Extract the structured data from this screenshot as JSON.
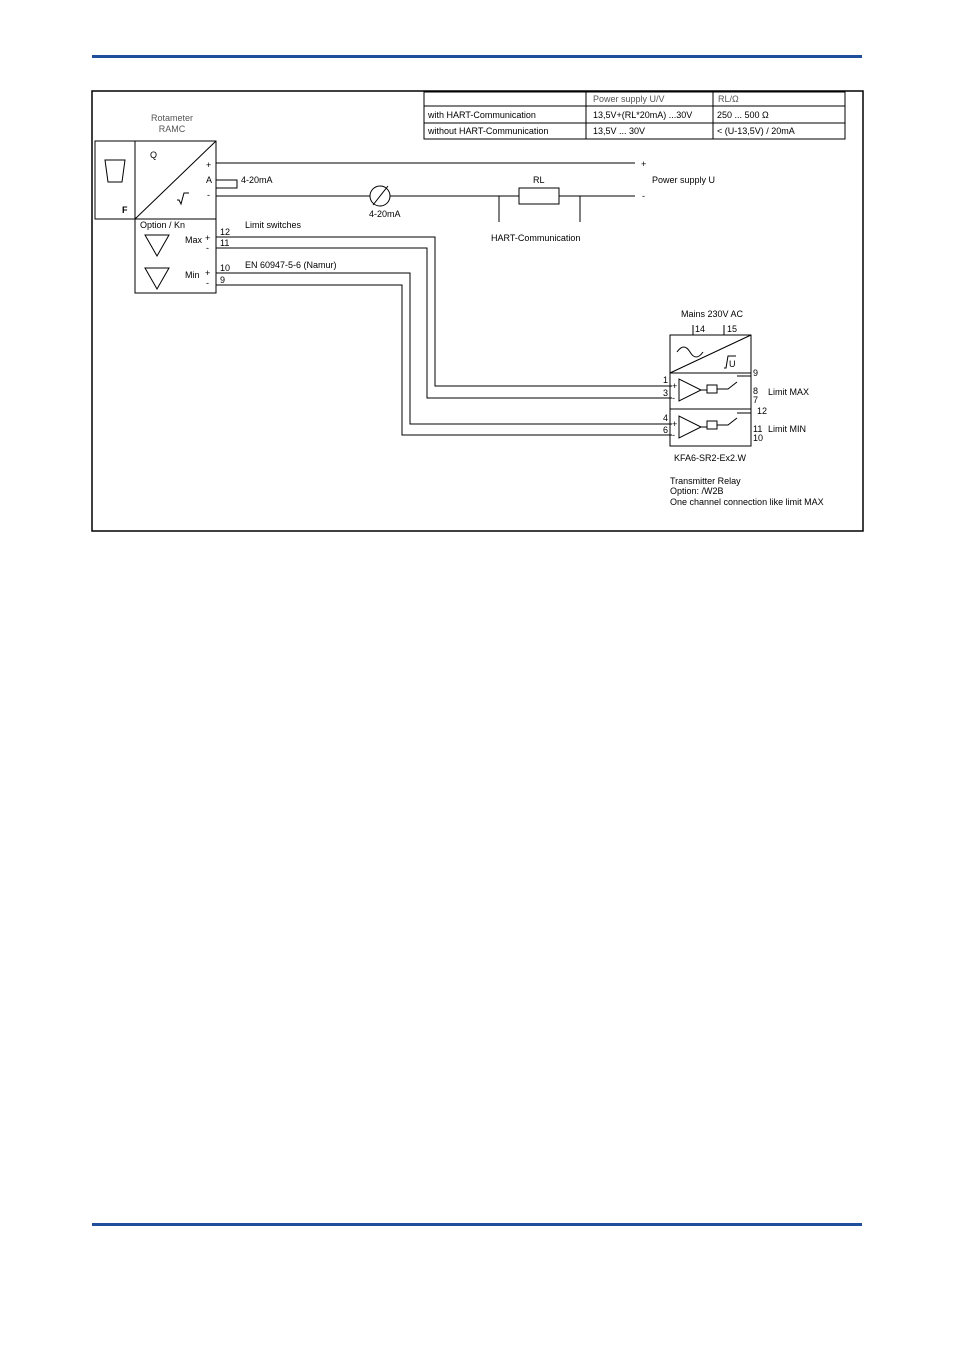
{
  "colors": {
    "rule": "#1f4e9a",
    "ink": "#000000",
    "faint": "#555555"
  },
  "supply_table": {
    "header": [
      "",
      "Power supply U/V",
      "RL/Ω"
    ],
    "rows": [
      [
        "with HART-Communication",
        "13,5V+(RL*20mA) ...30V",
        "250 ... 500 Ω"
      ],
      [
        "without HART-Communication",
        "13,5V ... 30V",
        "< (U-13,5V) / 20mA"
      ]
    ]
  },
  "rotameter": {
    "title_line1": "Rotameter",
    "title_line2": "RAMC",
    "q_label": "Q",
    "f_label": "F",
    "terminal_plus": "+",
    "terminal_a": "A",
    "terminal_minus": "-",
    "current_label": "4-20mA"
  },
  "option_kn": {
    "title": "Option / Kn",
    "max_label": "Max",
    "min_label": "Min",
    "plus": "+",
    "minus": "-",
    "t12": "12",
    "t11": "11",
    "t10": "10",
    "t9": "9"
  },
  "loop": {
    "meter_label": "4-20mA",
    "rl_label": "RL",
    "hart_label": "HART-Communication",
    "supply_plus": "+",
    "supply_minus": "-",
    "supply_label": "Power supply U"
  },
  "limit_labels": {
    "limit_switches": "Limit switches",
    "namur": "EN 60947-5-6 (Namur)"
  },
  "relay": {
    "mains": "Mains 230V AC",
    "t14": "14",
    "t15": "15",
    "t1": "1",
    "t3": "3",
    "t4": "4",
    "t6": "6",
    "t7": "7",
    "t8": "8",
    "t9": "9",
    "t10": "10",
    "t11": "11",
    "t12": "12",
    "plus": "+",
    "minus": "-",
    "limit_max": "Limit MAX",
    "limit_min": "Limit MIN",
    "model": "KFA6-SR2-Ex2.W",
    "u_label": "U",
    "note_line1": "Transmitter Relay",
    "note_line2": "Option: /W2B",
    "note_line3": "One channel connection like limit MAX"
  }
}
